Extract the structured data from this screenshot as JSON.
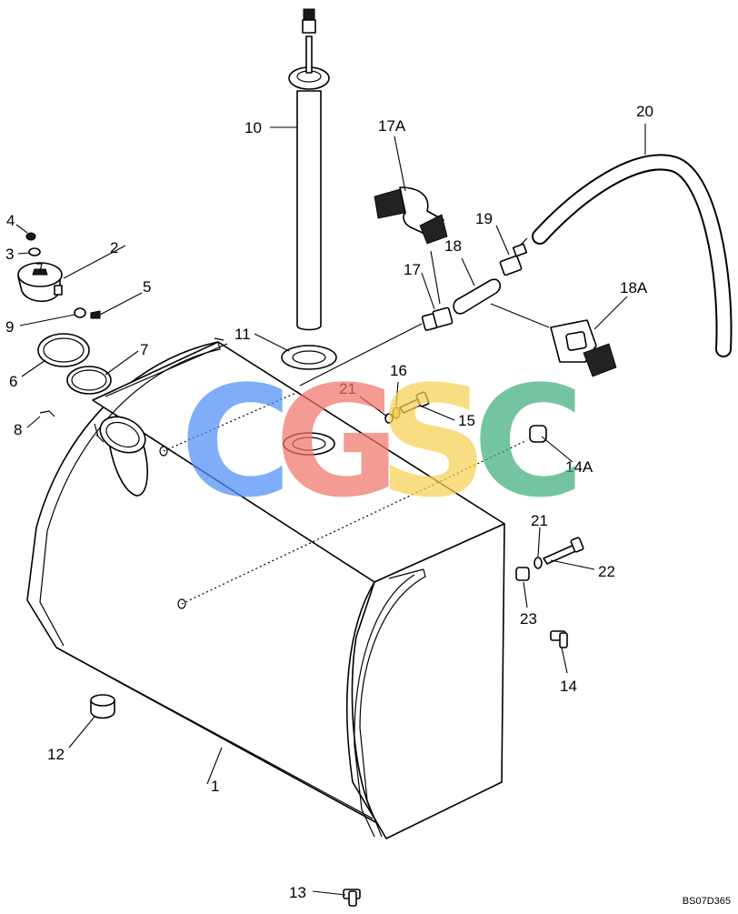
{
  "diagram": {
    "drawing_code": "BS07D365",
    "watermark": {
      "text": "CGSC",
      "colors": [
        "#4f8ef7",
        "#f0756a",
        "#f7d154",
        "#3fae7e"
      ]
    },
    "callouts": [
      "1",
      "2",
      "3",
      "4",
      "5",
      "6",
      "7",
      "8",
      "9",
      "10",
      "11",
      "12",
      "13",
      "14",
      "14A",
      "15",
      "16",
      "17",
      "17A",
      "18",
      "18A",
      "19",
      "20",
      "21",
      "21",
      "22",
      "23"
    ]
  }
}
